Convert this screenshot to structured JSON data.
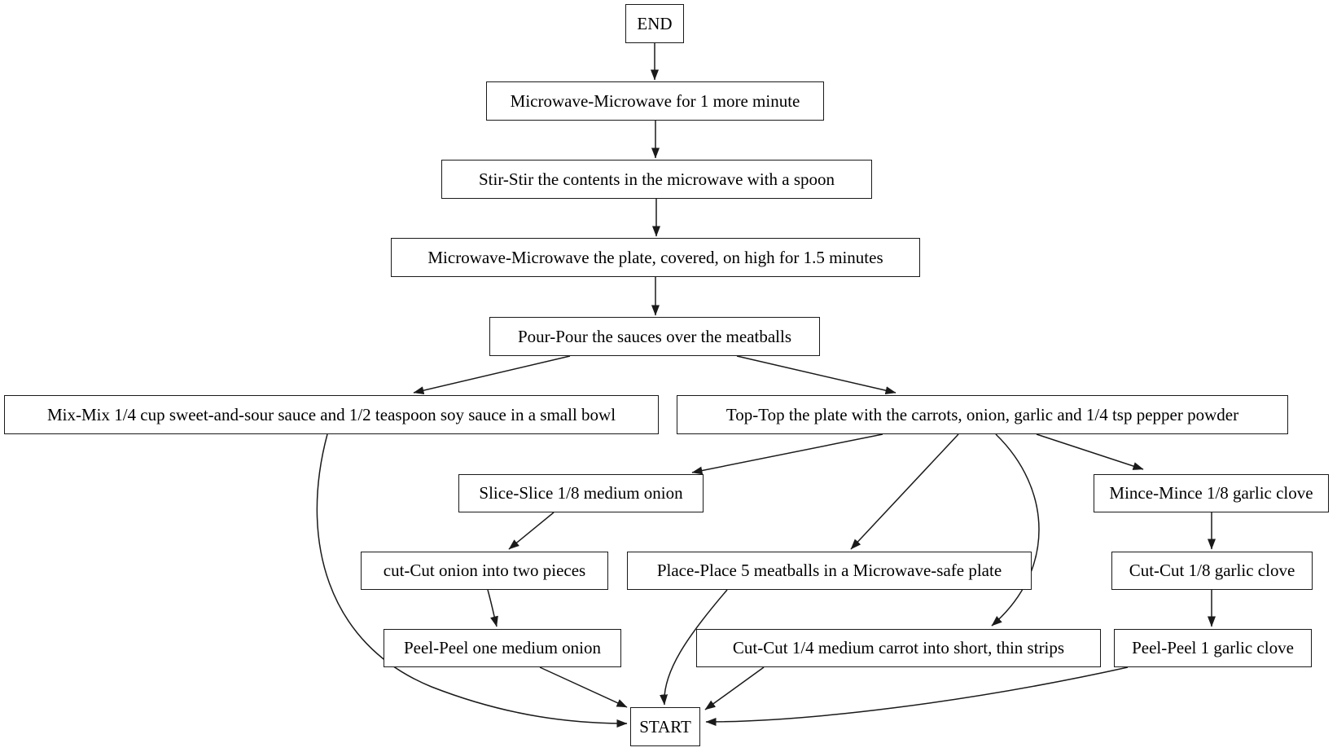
{
  "diagram": {
    "type": "flowchart",
    "background_color": "#ffffff",
    "node_fill_color": "#ffffff",
    "node_border_color": "#1a1a1a",
    "edge_color": "#1a1a1a",
    "text_color": "#000000",
    "nodes": [
      {
        "id": "end",
        "label": "END"
      },
      {
        "id": "mw1",
        "label": "Microwave-Microwave for 1 more minute"
      },
      {
        "id": "stir",
        "label": "Stir-Stir the contents in the microwave with a spoon"
      },
      {
        "id": "mw2",
        "label": "Microwave-Microwave the plate, covered, on high for 1.5 minutes"
      },
      {
        "id": "pour",
        "label": "Pour-Pour the sauces over the meatballs"
      },
      {
        "id": "mix",
        "label": "Mix-Mix 1/4 cup sweet-and-sour sauce and 1/2 teaspoon soy sauce in a small bowl"
      },
      {
        "id": "top",
        "label": "Top-Top the plate with the carrots, onion, garlic and 1/4 tsp pepper powder"
      },
      {
        "id": "slice",
        "label": "Slice-Slice 1/8 medium onion"
      },
      {
        "id": "mince",
        "label": "Mince-Mince 1/8 garlic clove"
      },
      {
        "id": "cut_onion",
        "label": "cut-Cut onion into two pieces"
      },
      {
        "id": "place",
        "label": "Place-Place 5 meatballs in a Microwave-safe plate"
      },
      {
        "id": "cut_garlic",
        "label": "Cut-Cut 1/8 garlic clove"
      },
      {
        "id": "peel_onion",
        "label": "Peel-Peel one medium onion"
      },
      {
        "id": "cut_carrot",
        "label": "Cut-Cut 1/4 medium carrot into short, thin strips"
      },
      {
        "id": "peel_garlic",
        "label": "Peel-Peel 1 garlic clove"
      },
      {
        "id": "start",
        "label": "START"
      }
    ],
    "edges": [
      {
        "from": "end",
        "to": "mw1"
      },
      {
        "from": "mw1",
        "to": "stir"
      },
      {
        "from": "stir",
        "to": "mw2"
      },
      {
        "from": "mw2",
        "to": "pour"
      },
      {
        "from": "pour",
        "to": "mix"
      },
      {
        "from": "pour",
        "to": "top"
      },
      {
        "from": "mix",
        "to": "start"
      },
      {
        "from": "top",
        "to": "slice"
      },
      {
        "from": "top",
        "to": "place"
      },
      {
        "from": "top",
        "to": "cut_carrot"
      },
      {
        "from": "top",
        "to": "mince"
      },
      {
        "from": "slice",
        "to": "cut_onion"
      },
      {
        "from": "cut_onion",
        "to": "peel_onion"
      },
      {
        "from": "peel_onion",
        "to": "start"
      },
      {
        "from": "place",
        "to": "start"
      },
      {
        "from": "cut_carrot",
        "to": "start"
      },
      {
        "from": "mince",
        "to": "cut_garlic"
      },
      {
        "from": "cut_garlic",
        "to": "peel_garlic"
      },
      {
        "from": "peel_garlic",
        "to": "start"
      }
    ]
  }
}
